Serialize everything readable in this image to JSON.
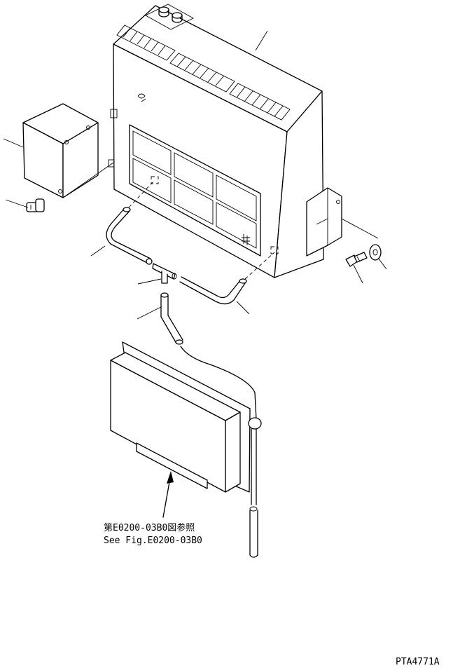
{
  "reference": {
    "line_ja": "第E0200-03B0図参照",
    "line_en": "See Fig.E0200-03B0"
  },
  "drawing_code": "PTA4771A"
}
